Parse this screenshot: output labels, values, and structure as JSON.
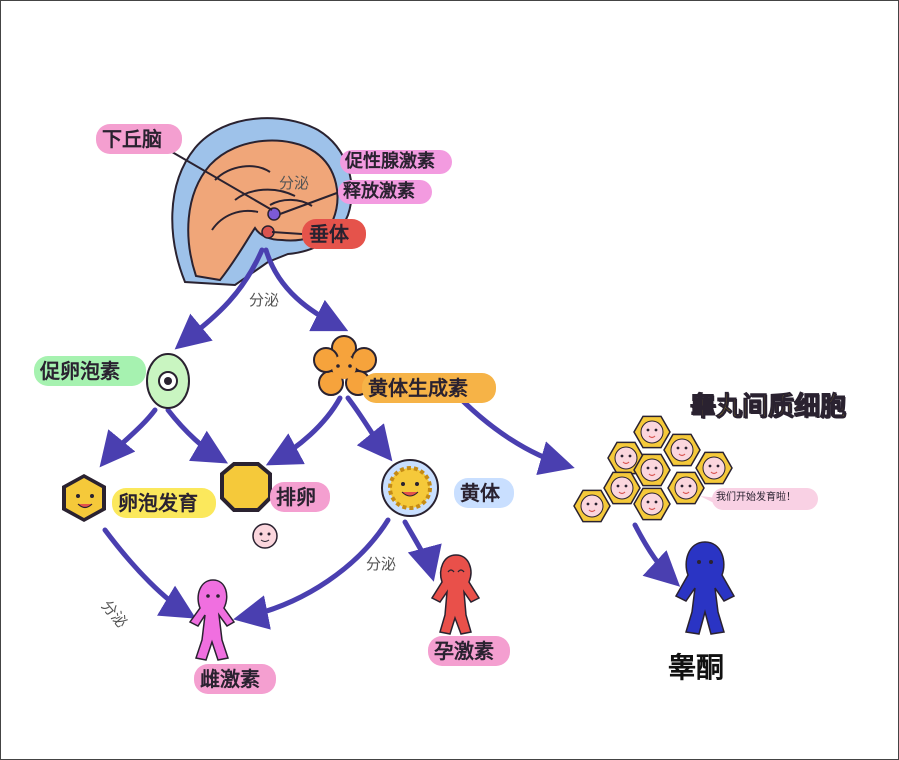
{
  "labels": {
    "hypothalamus": "下丘脑",
    "gnrh_line1": "促性腺激素",
    "gnrh_line2": "释放激素",
    "secrete_brain": "分泌",
    "pituitary": "垂体",
    "secrete_pituitary": "分泌",
    "fsh": "促卵泡素",
    "lh": "黄体生成素",
    "follicle_dev": "卵泡发育",
    "ovulation": "排卵",
    "corpus_luteum": "黄体",
    "secrete_follicle": "分泌",
    "secrete_luteum": "分泌",
    "estrogen": "雌激素",
    "progesterone": "孕激素",
    "leydig_cells": "睾丸间质细胞",
    "leydig_speech": "我们开始发育啦！",
    "testosterone": "睾酮"
  },
  "colors": {
    "arrow": "#4a3fb0",
    "brain": "#f0a679",
    "brain_outline": "#2a2230",
    "skull": "#9ec2ea",
    "hypothalamus_pill": "#f49fd0",
    "gnrh_pill": "#f39be0",
    "pituitary_pill": "#e5534b",
    "fsh_pill": "#a6f2b0",
    "lh_pill": "#f6b347",
    "follicle_pill": "#fbe85c",
    "ovulation_pill": "#f49fd0",
    "luteum_pill": "#c9dfff",
    "estrogen_pill": "#f49fd0",
    "progesterone_pill": "#f49fd0",
    "estrogen_figure": "#f06fe0",
    "progesterone_figure": "#e9504a",
    "testosterone_figure": "#2a34c4",
    "leydig_title": "#ffe21a",
    "hexagon_fill": "#f5c93a"
  },
  "icons": [
    "brain-icon",
    "pituitary-gland-icon",
    "fsh-cell-icon",
    "lh-flower-icon",
    "follicle-hexagon-icon",
    "ovulation-hexagon-icon",
    "egg-cell-icon",
    "corpus-luteum-icon",
    "estrogen-figure-icon",
    "progesterone-figure-icon",
    "leydig-cells-icon",
    "testosterone-figure-icon"
  ]
}
